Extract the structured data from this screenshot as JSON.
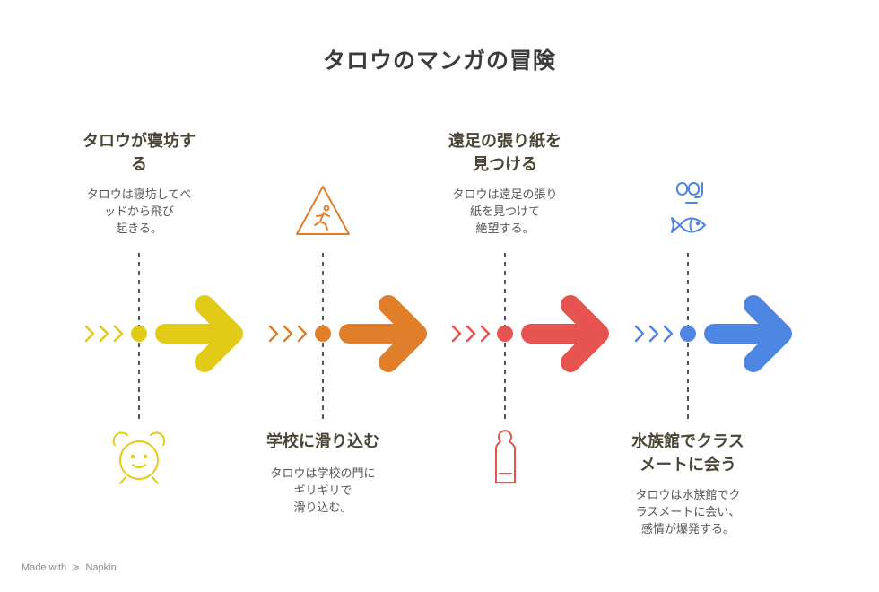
{
  "title": "タロウのマンガの冒険",
  "colors": {
    "step1": "#E2CB17",
    "step2": "#E07E2A",
    "step3": "#E7534F",
    "step4": "#4E86E4"
  },
  "steps": [
    {
      "heading": "タロウが寝坊する",
      "heading_lines": [
        "タロウが寝坊す",
        "る"
      ],
      "desc_lines": [
        "タロウは寝坊してベ",
        "ッドから飛び",
        "起きる。"
      ],
      "icon": "alarm-clock-icon"
    },
    {
      "heading": "学校に滑り込む",
      "heading_lines": [
        "学校に滑り込む"
      ],
      "desc_lines": [
        "タロウは学校の門に",
        "ギリギリで",
        "滑り込む。"
      ],
      "icon": "running-person-warning-icon"
    },
    {
      "heading": "遠足の張り紙を見つける",
      "heading_lines": [
        "遠足の張り紙を",
        "見つける"
      ],
      "desc_lines": [
        "タロウは遠足の張り",
        "紙を見つけて",
        "絶望する。"
      ],
      "icon": "door-hanger-sign-icon"
    },
    {
      "heading": "水族館でクラスメートに会う",
      "heading_lines": [
        "水族館でクラス",
        "メートに会う"
      ],
      "desc_lines": [
        "タロウは水族館でク",
        "ラスメートに会い、",
        "感情が爆発する。"
      ],
      "icon": "snorkel-fish-icon"
    }
  ],
  "footer": {
    "made_with": "Made with",
    "brand": "Napkin"
  }
}
